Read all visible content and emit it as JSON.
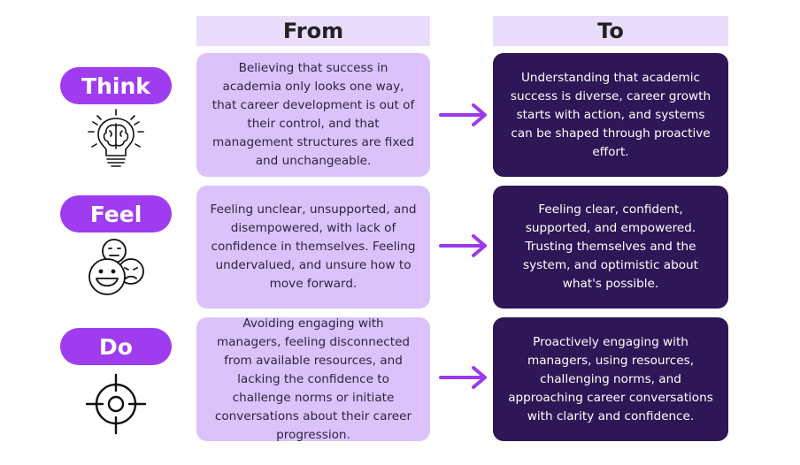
{
  "headers": {
    "from": "From",
    "to": "To"
  },
  "colors": {
    "pill": "#a03cf0",
    "from_box": "#dcc2fa",
    "to_box": "#2f1656",
    "header_bg": "#eadcfb",
    "arrow": "#9b3aee"
  },
  "rows": [
    {
      "label": "Think",
      "icon": "brain-lightbulb-icon",
      "from": "Believing that success in academia only looks one way, that career development is out of their control, and that management structures are fixed and unchangeable.",
      "to": "Understanding that academic success is diverse, career growth starts with action, and systems can be shaped through proactive effort."
    },
    {
      "label": "Feel",
      "icon": "faces-emotion-icon",
      "from": "Feeling unclear, unsupported, and disempowered, with lack of confidence in themselves. Feeling undervalued, and unsure how to move forward.",
      "to": "Feeling clear, confident, supported, and empowered. Trusting themselves and the system, and optimistic about what's possible."
    },
    {
      "label": "Do",
      "icon": "crosshair-target-icon",
      "from": "Avoiding engaging with managers, feeling disconnected from available resources, and lacking the confidence to challenge norms or initiate conversations about their career progression.",
      "to": "Proactively engaging with managers, using resources, challenging norms, and approaching career conversations with clarity and confidence."
    }
  ]
}
